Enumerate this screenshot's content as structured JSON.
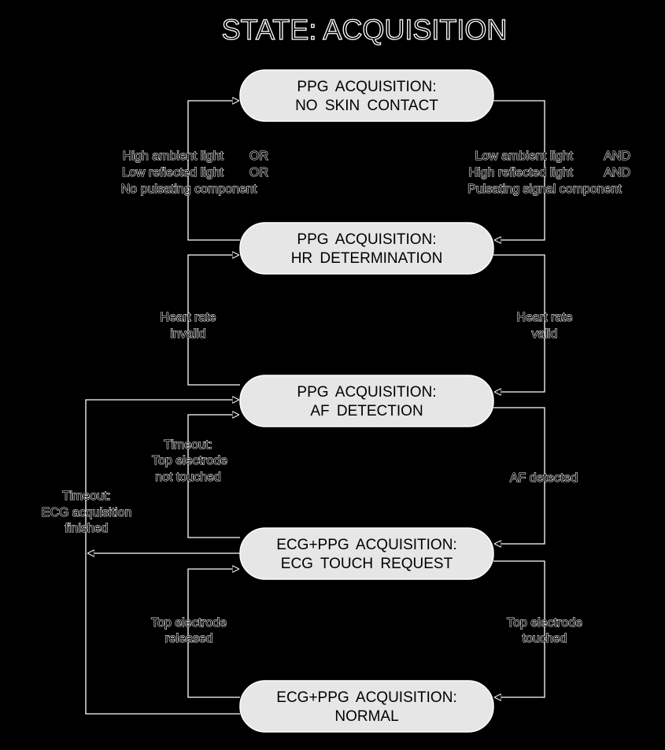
{
  "title": "STATE:  ACQUISITION",
  "colors": {
    "background": "#000000",
    "box_fill": "#e6e6e6",
    "line": "#ffffff"
  },
  "states": [
    {
      "id": "no-skin-contact",
      "line1": "PPG ACQUISITION:",
      "line2": "NO SKIN CONTACT"
    },
    {
      "id": "hr-determination",
      "line1": "PPG ACQUISITION:",
      "line2": "HR DETERMINATION"
    },
    {
      "id": "af-detection",
      "line1": "PPG ACQUISITION:",
      "line2": "AF DETECTION"
    },
    {
      "id": "ecg-touch-request",
      "line1": "ECG+PPG ACQUISITION:",
      "line2": "ECG TOUCH REQUEST"
    },
    {
      "id": "normal",
      "line1": "ECG+PPG ACQUISITION:",
      "line2": "NORMAL"
    }
  ],
  "transitions": {
    "no_contact_detected": {
      "conditions": [
        "High ambient light",
        "Low reflected light",
        "No pulsating component"
      ],
      "operators": [
        "OR",
        "OR"
      ]
    },
    "contact_detected": {
      "conditions": [
        "Low ambient light",
        "High reflected light",
        "Pulsating signal component"
      ],
      "operators": [
        "AND",
        "AND"
      ]
    },
    "hr_invalid": [
      "Heart rate",
      "invalid"
    ],
    "hr_valid": [
      "Heart rate",
      "valid"
    ],
    "touch_timeout": [
      "Timeout:",
      "Top electrode",
      "not touched"
    ],
    "af_detected": [
      "AF detected"
    ],
    "ecg_finished": [
      "Timeout:",
      "ECG acquisition",
      "finished"
    ],
    "electrode_released": [
      "Top electrode",
      "released"
    ],
    "electrode_touched": [
      "Top electrode",
      "touched"
    ]
  }
}
